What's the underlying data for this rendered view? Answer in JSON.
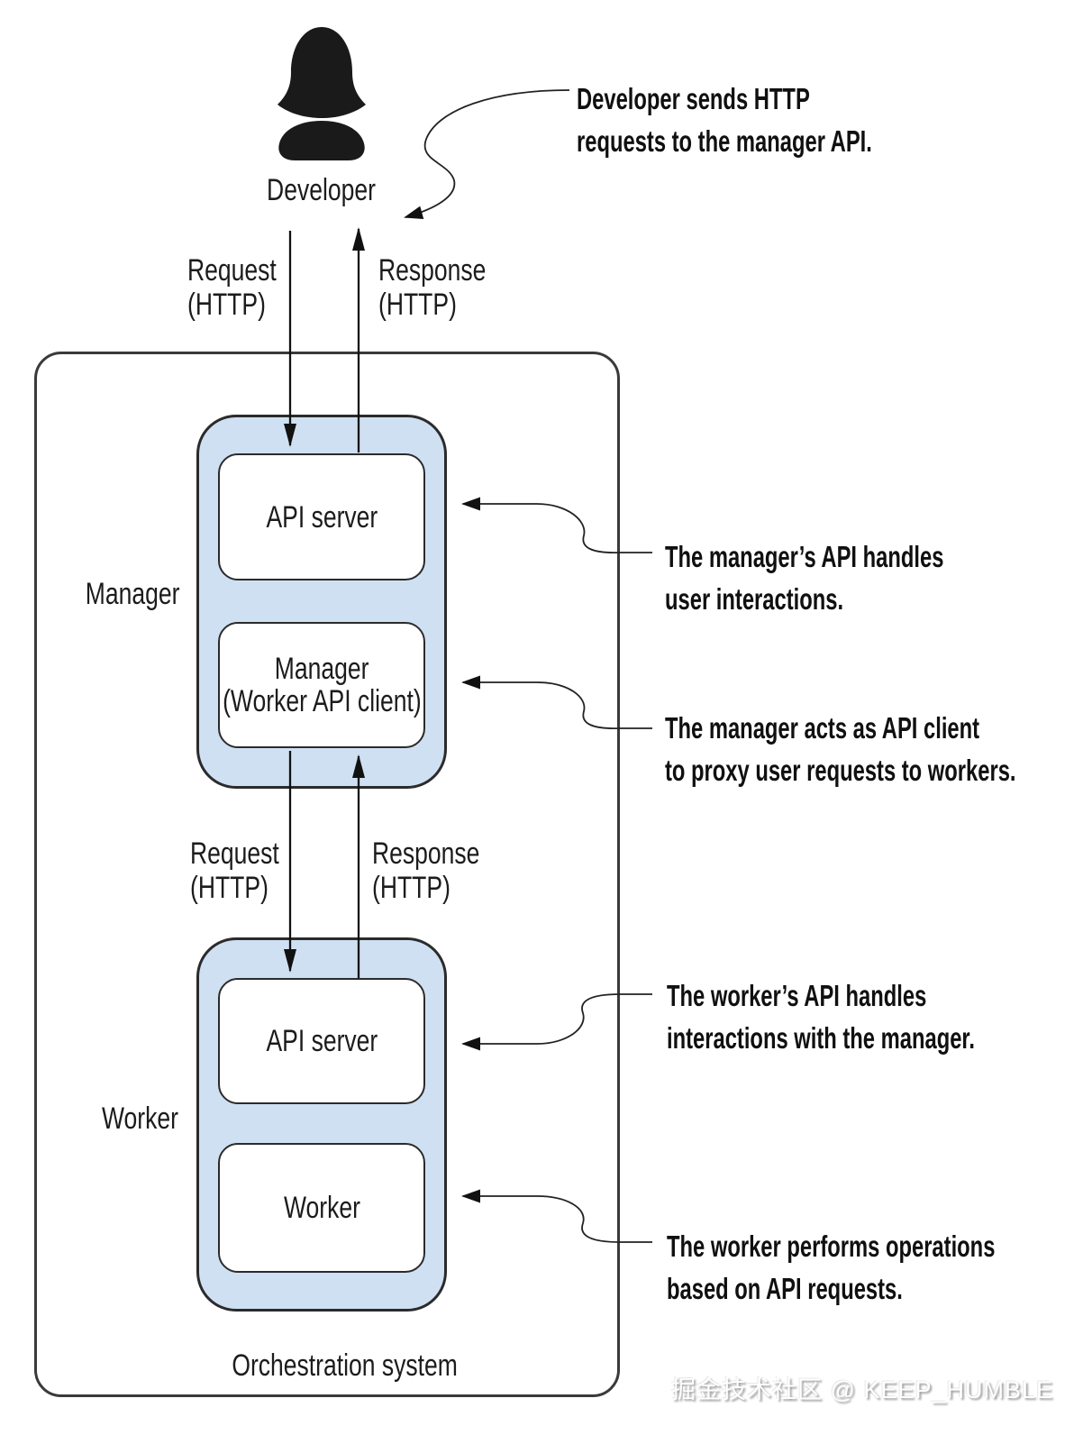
{
  "colors": {
    "group_fill": "#cfe0f3",
    "stroke": "#2b2b2b",
    "line": "#1c1c1c"
  },
  "developer": {
    "label": "Developer"
  },
  "flow_labels": {
    "request": [
      "Request",
      "(HTTP)"
    ],
    "response": [
      "Response",
      "(HTTP)"
    ]
  },
  "groups": {
    "manager": {
      "label": "Manager",
      "boxes": {
        "api_server": "API server",
        "client": [
          "Manager",
          "(Worker API client)"
        ]
      }
    },
    "worker": {
      "label": "Worker",
      "boxes": {
        "api_server": "API server",
        "worker": "Worker"
      }
    }
  },
  "system": {
    "label": "Orchestration system"
  },
  "annotations": [
    {
      "lines": [
        "Developer sends HTTP",
        "requests to the manager API."
      ]
    },
    {
      "lines": [
        "The manager’s API handles",
        "user interactions."
      ]
    },
    {
      "lines": [
        "The manager acts as API client",
        "to proxy user requests to workers."
      ]
    },
    {
      "lines": [
        "The worker’s API handles",
        "interactions with the manager."
      ]
    },
    {
      "lines": [
        "The worker performs operations",
        "based on API requests."
      ]
    }
  ],
  "watermark": "掘金技术社区 @ KEEP_HUMBLE"
}
